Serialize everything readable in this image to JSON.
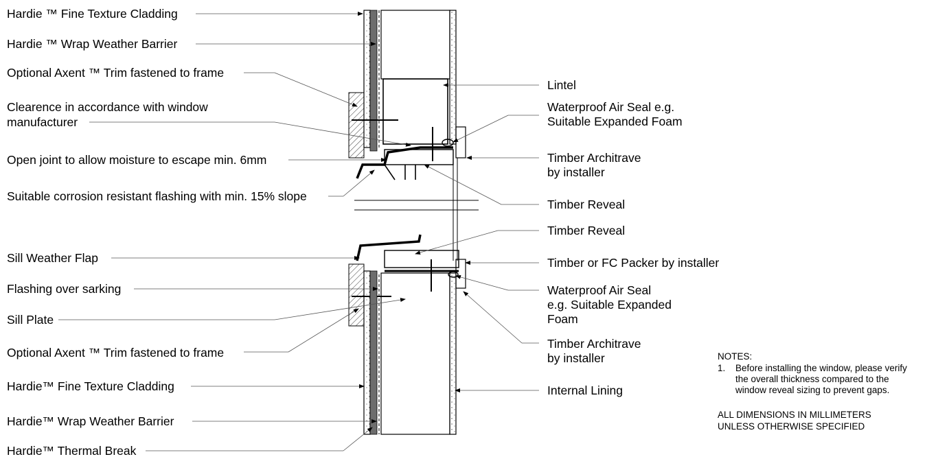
{
  "labels_left": {
    "cladding_top": "Hardie ™ Fine Texture Cladding",
    "wrap_top": "Hardie ™ Wrap Weather Barrier",
    "trim_top": "Optional Axent ™ Trim fastened to frame",
    "clearance_line1": "Clearence in accordance with window",
    "clearance_line2": "manufacturer",
    "open_joint": "Open joint to allow moisture to escape min. 6mm",
    "flashing_head": "Suitable corrosion resistant flashing with min. 15% slope",
    "sill_flap": "Sill Weather Flap",
    "flashing_sarking": "Flashing over sarking",
    "sill_plate": "Sill Plate",
    "trim_bottom": "Optional Axent ™ Trim fastened to frame",
    "cladding_bottom": "Hardie™ Fine Texture Cladding",
    "wrap_bottom": "Hardie™ Wrap Weather Barrier",
    "thermal_break": "Hardie™ Thermal Break"
  },
  "labels_right": {
    "lintel": "Lintel",
    "air_seal_top_line1": "Waterproof Air Seal e.g.",
    "air_seal_top_line2": "Suitable Expanded Foam",
    "architrave_top_line1": "Timber  Architrave",
    "architrave_top_line2": "by installer",
    "reveal_top": "Timber Reveal",
    "reveal_bottom": "Timber Reveal",
    "packer": "Timber or FC Packer by installer",
    "air_seal_bottom_line1": "Waterproof Air Seal",
    "air_seal_bottom_line2": "e.g. Suitable Expanded",
    "air_seal_bottom_line3": "Foam",
    "architrave_bottom_line1": "Timber Architrave",
    "architrave_bottom_line2": "by installer",
    "internal_lining": "Internal Lining"
  },
  "notes": {
    "heading": "NOTES:",
    "item_number": "1.",
    "item_line1": "Before installing the window, please verify",
    "item_line2": "the overall thickness compared to the",
    "item_line3": "window reveal sizing to prevent gaps.",
    "dims_line1": "ALL DIMENSIONS IN MILLIMETERS",
    "dims_line2": "UNLESS OTHERWISE SPECIFIED"
  }
}
